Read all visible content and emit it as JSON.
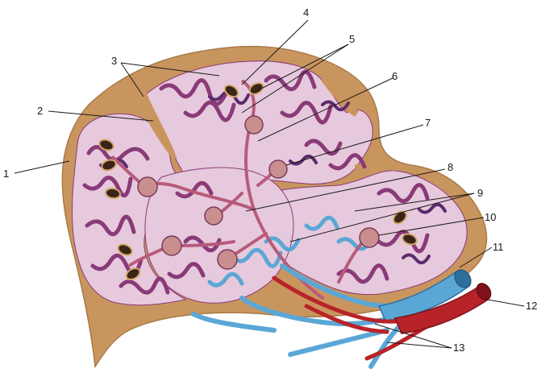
{
  "labels": [
    {
      "id": "1",
      "text": "1"
    },
    {
      "id": "2",
      "text": "2"
    },
    {
      "id": "3",
      "text": "3"
    },
    {
      "id": "4",
      "text": "4"
    },
    {
      "id": "5",
      "text": "5"
    },
    {
      "id": "6",
      "text": "6"
    },
    {
      "id": "7",
      "text": "7"
    },
    {
      "id": "8",
      "text": "8"
    },
    {
      "id": "9",
      "text": "9"
    },
    {
      "id": "10",
      "text": "10"
    },
    {
      "id": "11",
      "text": "11"
    },
    {
      "id": "12",
      "text": "12"
    },
    {
      "id": "13",
      "text": "13"
    }
  ],
  "colors": {
    "capsule": "#c9955e",
    "capsule_edge": "#a87a48",
    "parenchyma": "#e6c9dc",
    "red_pulp": "#8a3a78",
    "red_pulp_dark": "#5c2a6e",
    "vein": "#5aa7d6",
    "vein_dark": "#2f6f9e",
    "artery": "#b8232a",
    "artery_dark": "#7e1218",
    "nodule": "#c98f8f"
  }
}
